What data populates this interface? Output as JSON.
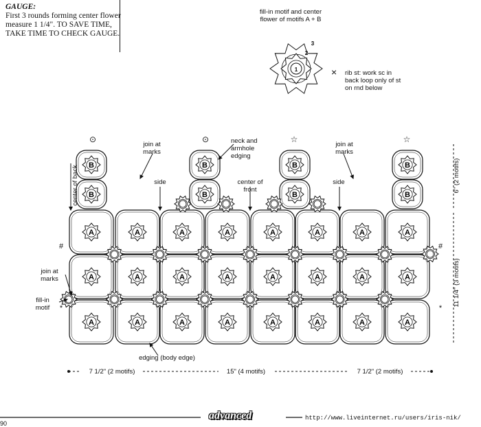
{
  "gauge": {
    "title": "GAUGE:",
    "text": "First 3 rounds forming center flower measure 1 1/4\". TO SAVE TIME, TAKE TIME TO CHECK GAUGE."
  },
  "legend": {
    "motif_label": "fill-in motif and center flower of motifs A + B",
    "rib_symbol": "×",
    "rib_text": "rib st: work sc in back loop only of st on rnd below",
    "round_numbers": [
      "1",
      "2",
      "3"
    ]
  },
  "labels": {
    "join_at_marks_top_left": "join at marks",
    "neck_armhole_edging": "neck and armhole edging",
    "join_at_marks_top_right": "join at marks",
    "center_of_back": "center of back",
    "side_left": "side",
    "center_of_front": "center of front",
    "side_right": "side",
    "join_at_marks_left": "join at marks",
    "fill_in_motif": "fill-in motif",
    "edging_body_edge": "edging (body edge)",
    "height_top": "6\" (2 motifs)",
    "height_body": "11 1/4\" (3 motifs)"
  },
  "motif_letters": {
    "a": "A",
    "b": "B"
  },
  "marks": {
    "circle": "⊙",
    "star": "☆",
    "hash": "#",
    "asterisk": "*"
  },
  "dimensions": {
    "left": "7 1/2\" (2 motifs)",
    "center": "15\" (4 motifs)",
    "right": "7 1/2\" (2 motifs)"
  },
  "footer": {
    "badge": "advanced",
    "url": "http://www.liveinternet.ru/users/iris-nik/",
    "page_num": "90"
  }
}
